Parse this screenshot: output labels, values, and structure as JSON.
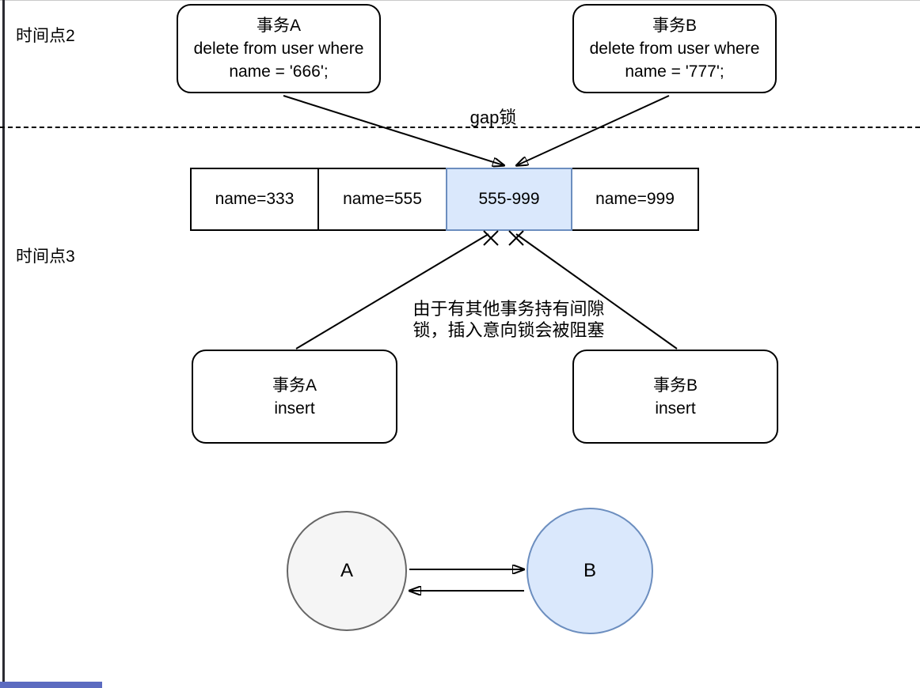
{
  "labels": {
    "time_point_2": "时间点2",
    "time_point_3": "时间点3",
    "gap_lock": "gap锁",
    "block_reason": "由于有其他事务持有间隙\n锁，插入意向锁会被阻塞"
  },
  "boxes": {
    "tx_a_delete": {
      "lines": [
        "事务A",
        "delete from user where",
        "name = '666';"
      ]
    },
    "tx_b_delete": {
      "lines": [
        "事务B",
        "delete from user where",
        "name = '777';"
      ]
    },
    "tx_a_insert": {
      "lines": [
        "事务A",
        "insert"
      ]
    },
    "tx_b_insert": {
      "lines": [
        "事务B",
        "insert"
      ]
    }
  },
  "index_table": {
    "cells": [
      {
        "label": "name=333",
        "highlighted": false
      },
      {
        "label": "name=555",
        "highlighted": false
      },
      {
        "label": "555-999",
        "highlighted": true
      },
      {
        "label": "name=999",
        "highlighted": false
      }
    ]
  },
  "deadlock_nodes": {
    "a": "A",
    "b": "B"
  },
  "colors": {
    "highlight_fill": "#dae8fc",
    "highlight_stroke": "#6c8ebf",
    "node_a_fill": "#f5f5f5",
    "node_a_stroke": "#666666",
    "line": "#000000",
    "scrollbar_fragment": "#5c6bc0"
  }
}
